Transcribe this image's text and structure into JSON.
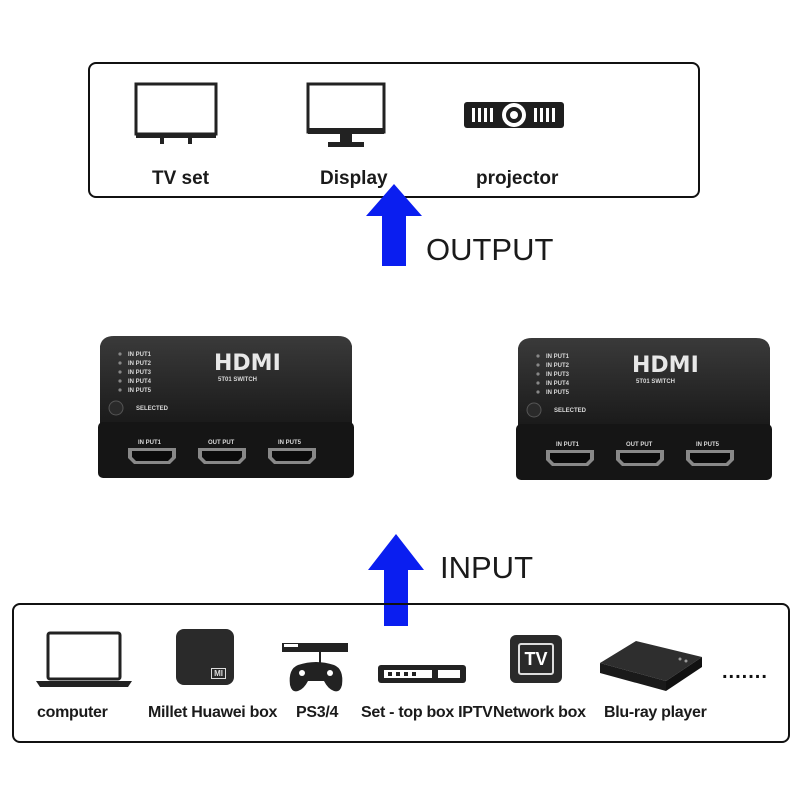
{
  "output": {
    "devices": [
      {
        "label": "TV set",
        "icon": "tv-icon"
      },
      {
        "label": "Display",
        "icon": "monitor-icon"
      },
      {
        "label": "projector",
        "icon": "projector-icon"
      }
    ],
    "flow_label": "OUTPUT"
  },
  "switches": [
    {
      "logo": "HDMI",
      "model": "5T01 SWITCH",
      "inputs": [
        "IN PUT1",
        "IN PUT2",
        "IN PUT3",
        "IN PUT4",
        "IN PUT5"
      ],
      "selected": "SELECTED",
      "ports": [
        "IN PUT1",
        "OUT PUT",
        "IN PUT5"
      ]
    },
    {
      "logo": "HDMI",
      "model": "5T01 SWITCH",
      "inputs": [
        "IN PUT1",
        "IN PUT2",
        "IN PUT3",
        "IN PUT4",
        "IN PUT5"
      ],
      "selected": "SELECTED",
      "ports": [
        "IN PUT1",
        "OUT PUT",
        "IN PUT5"
      ]
    }
  ],
  "input": {
    "flow_label": "INPUT",
    "devices": [
      {
        "label": "computer",
        "icon": "laptop-icon"
      },
      {
        "label": "Millet Huawei box",
        "icon": "tv-box-icon",
        "badge": "MI"
      },
      {
        "label": "PS3/4",
        "icon": "gamepad-icon"
      },
      {
        "label": "Set - top box IPTV",
        "icon": "set-top-box-icon"
      },
      {
        "label": "Network box",
        "icon": "network-box-icon",
        "badge": "TV"
      },
      {
        "label": "Blu-ray player",
        "icon": "blu-ray-player-icon"
      }
    ],
    "more": "......."
  },
  "colors": {
    "arrow": "#0a1ef0",
    "device_body": "#1e1e1e",
    "border": "#111111"
  }
}
